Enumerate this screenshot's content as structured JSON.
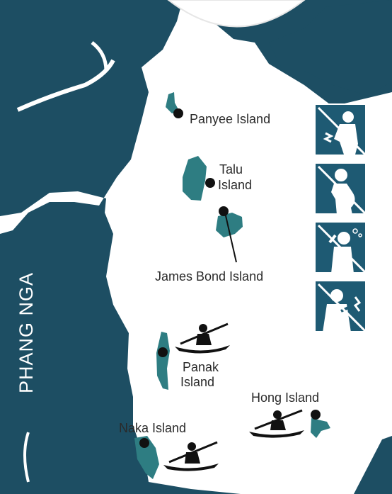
{
  "map": {
    "region_label": "PHANG NGA",
    "colors": {
      "sea": "#ffffff",
      "land": "#1d4e63",
      "island": "#2e7d82",
      "marker": "#111111",
      "icon_tile": "#1e5a73"
    },
    "places": [
      {
        "name": "Panyee Island",
        "label": "Panyee Island"
      },
      {
        "name": "Talu Island",
        "label_line1": "Talu",
        "label_line2": "Island"
      },
      {
        "name": "James Bond Island",
        "label": "James Bond Island"
      },
      {
        "name": "Panak Island",
        "label_line1": "Panak",
        "label_line2": "Island"
      },
      {
        "name": "Hong Island",
        "label": "Hong Island"
      },
      {
        "name": "Naka Island",
        "label": "Naka Island"
      }
    ],
    "activity_icons": [
      "kayak-icon",
      "kayak-icon",
      "kayak-icon",
      "kayak-icon"
    ],
    "warning_icons": [
      "no-back-problems-icon",
      "no-pregnant-women-icon",
      "no-dizziness-icon",
      "no-heart-condition-icon"
    ]
  }
}
